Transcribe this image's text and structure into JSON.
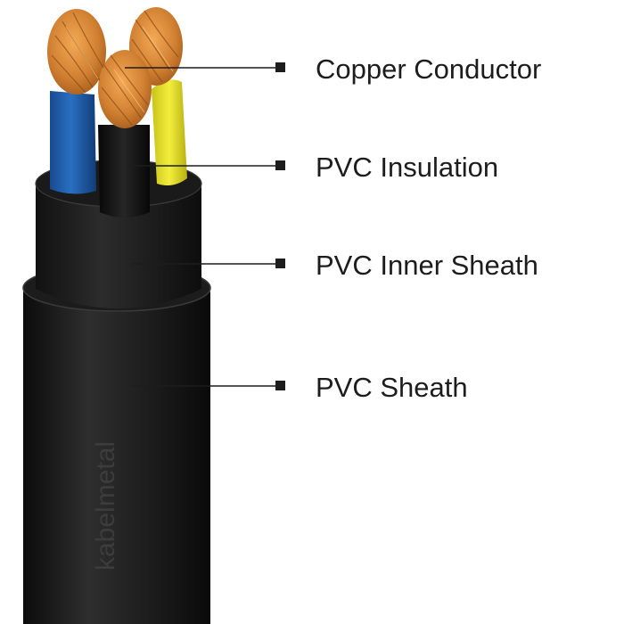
{
  "diagram": {
    "labels": [
      {
        "id": "copper-conductor",
        "text": "Copper Conductor"
      },
      {
        "id": "pvc-insulation",
        "text": "PVC Insulation"
      },
      {
        "id": "pvc-inner-sheath",
        "text": "PVC Inner Sheath"
      },
      {
        "id": "pvc-sheath",
        "text": "PVC Sheath"
      }
    ],
    "watermark": "kabelmetal",
    "colors": {
      "background": "#ffffff",
      "copper": "#c8772c",
      "core_blue": "#1f5fb0",
      "core_black": "#141414",
      "core_yellow": "#e9e22a",
      "sheath": "#1a1a1a",
      "leader_line": "#1d1d1d",
      "label_text": "#1d1d1d"
    }
  }
}
